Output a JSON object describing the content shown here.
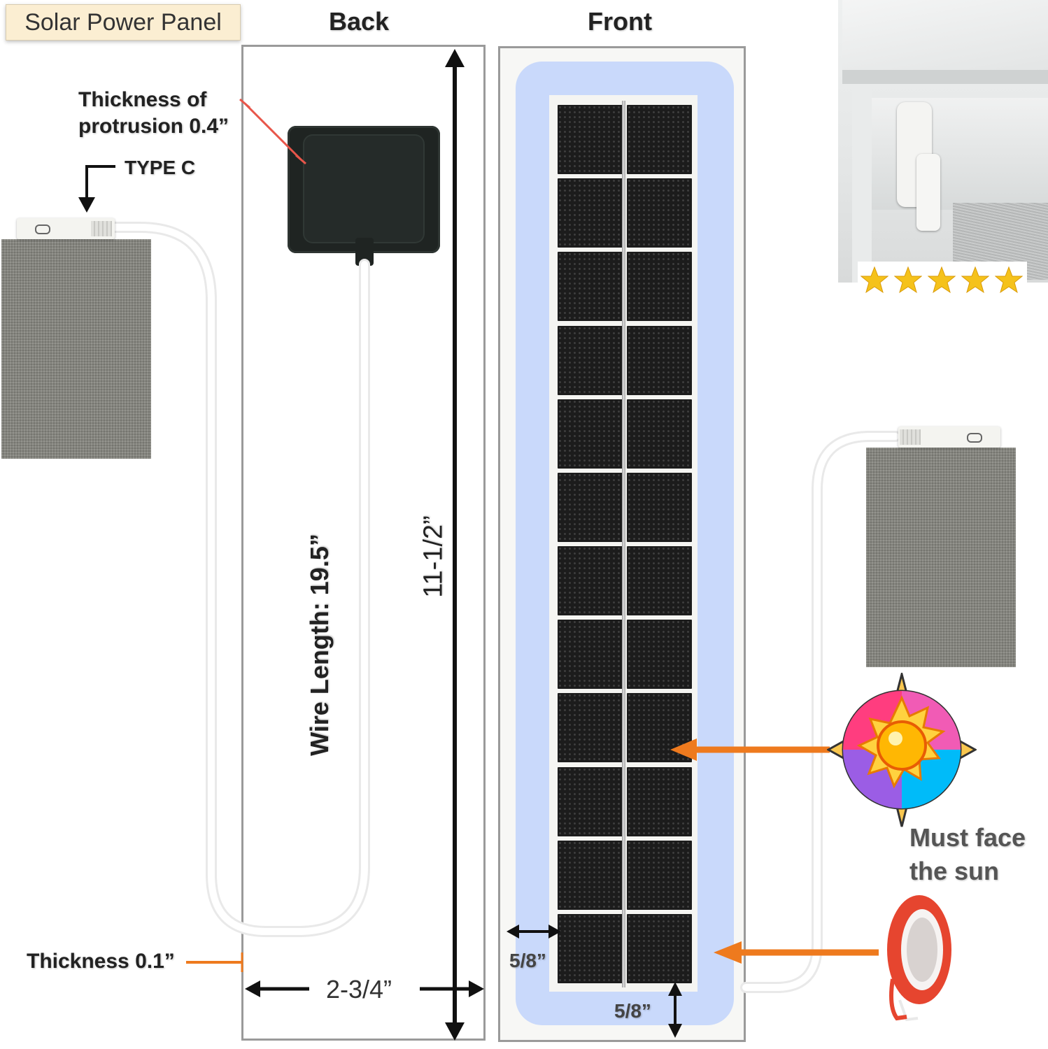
{
  "title": "Solar Power Panel",
  "headings": {
    "back": "Back",
    "front": "Front"
  },
  "labels": {
    "protrusion_line1": "Thickness of",
    "protrusion_line2": "protrusion 0.4”",
    "connector": "TYPE C",
    "wire_length": "Wire Length: 19.5”",
    "height": "11-1/2”",
    "width": "2-3/4”",
    "thickness": "Thickness 0.1”",
    "margin_side": "5/8”",
    "margin_bottom": "5/8”",
    "sun_line1": "Must face",
    "sun_line2": "the sun"
  },
  "rating_stars": 5,
  "colors": {
    "arrow_orange": "#ee7a1e",
    "callout_red": "#e8564a",
    "adhesive_border": "#c9d9fb",
    "cell_dark": "#1c1c1c"
  },
  "icons": [
    "up-down-arrow-icon",
    "left-right-arrow-icon",
    "down-arrow-icon",
    "sun-icon",
    "tape-roll-icon",
    "star-icon"
  ]
}
